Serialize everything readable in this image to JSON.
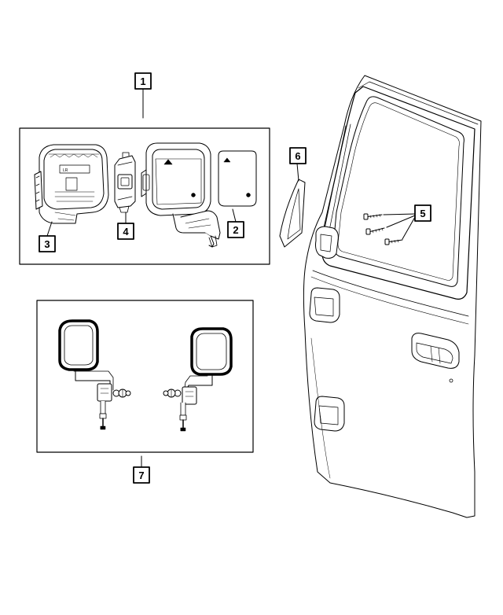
{
  "callouts": {
    "c1": "1",
    "c2": "2",
    "c3": "3",
    "c4": "4",
    "c5": "5",
    "c6": "6",
    "c7": "7"
  },
  "housing_label": "LR"
}
